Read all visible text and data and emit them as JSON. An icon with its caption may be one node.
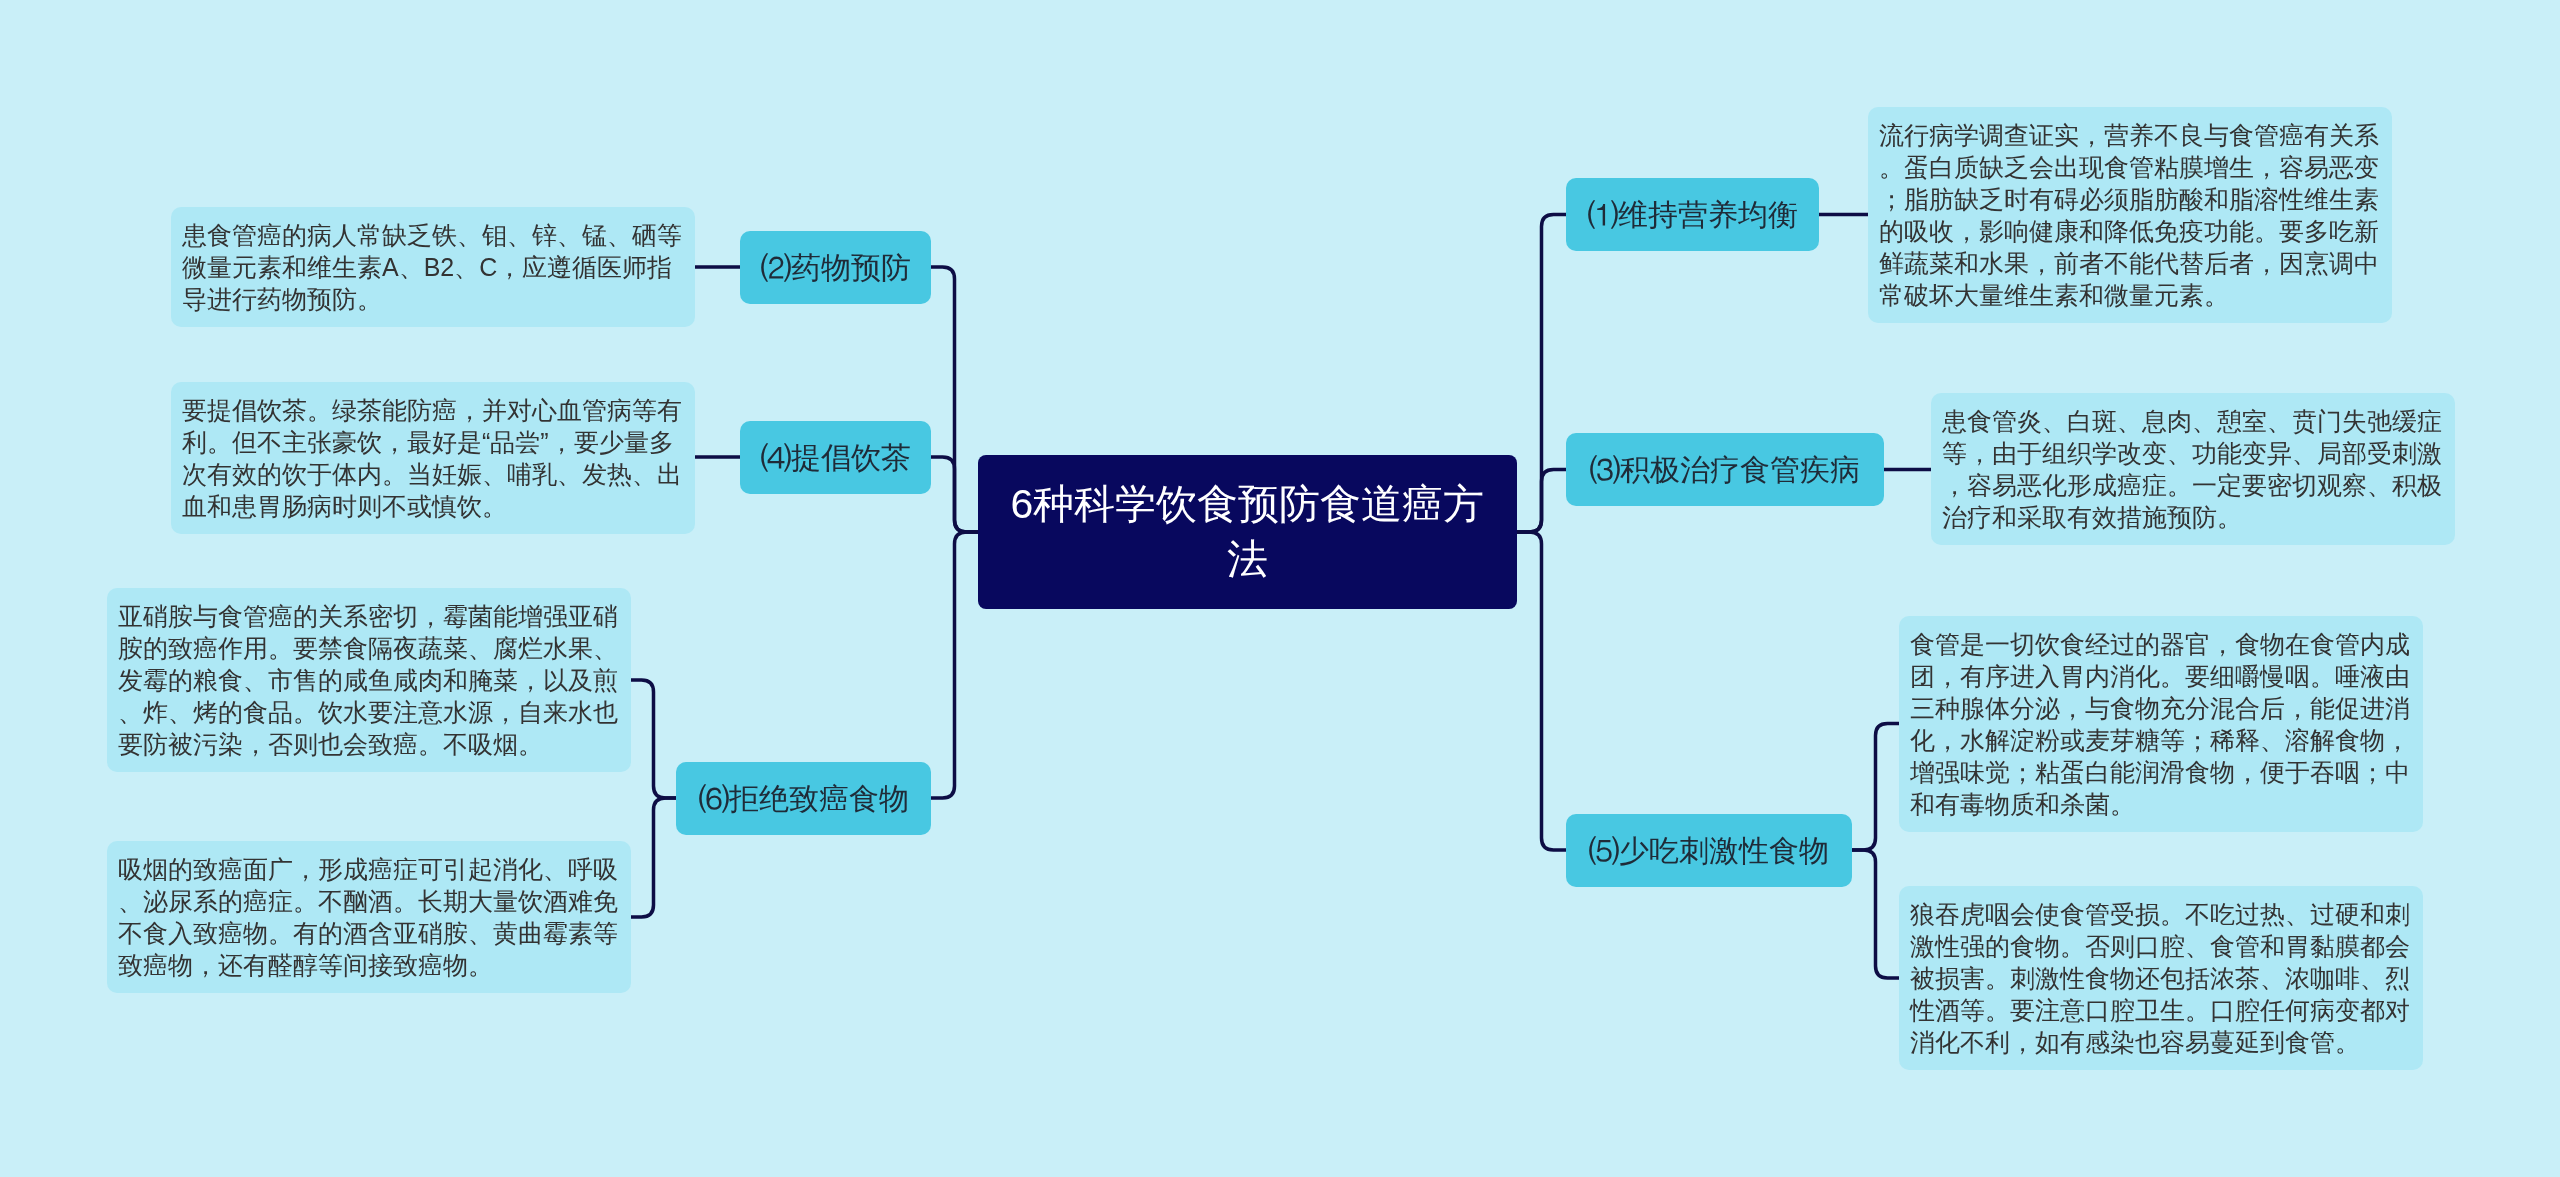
{
  "diagram": {
    "nodes": [
      {
        "text": [
          "6种科学饮食预防食道癌方法"
        ]
      },
      {
        "text": [
          "⑴维持营养均衡"
        ]
      },
      {
        "text": [
          "流行病学调查证实，营养不良与食管癌有关系。蛋白质缺乏会出现食管粘膜增生，容易恶变；脂肪缺乏时有碍必须脂肪酸和脂溶性维生素的吸收，影响健康和降低免疫功能。要多吃新鲜蔬菜和水果，前者不能代替后者，因烹调中常破坏大量维生素和微量元素。"
        ]
      },
      {
        "text": [
          "⑵药物预防"
        ]
      },
      {
        "text": [
          "患食管癌的病人常缺乏铁、钼、锌、锰、硒等微量元素和维生素A、B2、C，应遵循医师指导进行药物预防。"
        ]
      },
      {
        "text": [
          "⑶积极治疗食管疾病"
        ]
      },
      {
        "text": [
          "患食管炎、白斑、息肉、憩室、贲门失弛缓症等，由于组织学改变、功能变异、局部受刺激，容易恶化形成癌症。一定要密切观察、积极治疗和采取有效措施预防。"
        ]
      },
      {
        "text": [
          "⑷提倡饮茶"
        ]
      },
      {
        "text": [
          "要提倡饮茶。绿茶能防癌，并对心血管病等有利。但不主张豪饮，最好是“品尝”，要少量多次有效的饮于体内。当妊娠、哺乳、发热、出血和患胃肠病时则不或慎饮。"
        ]
      },
      {
        "text": [
          "⑸少吃刺激性食物"
        ]
      },
      {
        "text": [
          "食管是一切饮食经过的器官，食物在食管内成团，有序进入胃内消化。要细嚼慢咽。唾液由三种腺体分泌，与食物充分混合后，能促进消化，水解淀粉或麦芽糖等；稀释、溶解食物，增强味觉；粘蛋白能润滑食物，便于吞咽；中和有毒物质和杀菌。"
        ]
      },
      {
        "text": [
          "狼吞虎咽会使食管受损。不吃过热、过硬和刺激性强的食物。否则口腔、食管和胃黏膜都会被损害。刺激性食物还包括浓茶、浓咖啡、烈性酒等。要注意口腔卫生。口腔任何病变都对消化不利，如有感染也容易蔓延到食管。"
        ]
      },
      {
        "text": [
          "⑹拒绝致癌食物"
        ]
      },
      {
        "text": [
          "亚硝胺与食管癌的关系密切，霉菌能增强亚硝胺的致癌作用。要禁食隔夜蔬菜、腐烂水果、发霉的粮食、市售的咸鱼咸肉和腌菜，以及煎、炸、烤的食品。饮水要注意水源，自来水也要防被污染，否则也会致癌。不吸烟。"
        ]
      },
      {
        "text": [
          "吸烟的致癌面广，形成癌症可引起消化、呼吸、泌尿系的癌症。不酗酒。长期大量饮酒难免不食入致癌物。有的酒含亚硝胺、黄曲霉素等致癌物，还有醛醇等间接致癌物。"
        ]
      }
    ],
    "edges": [
      {
        "from": 0,
        "to": 1,
        "arrow": "none"
      },
      {
        "from": 1,
        "to": 2,
        "arrow": "none"
      },
      {
        "from": 0,
        "to": 3,
        "arrow": "none"
      },
      {
        "from": 3,
        "to": 4,
        "arrow": "none"
      },
      {
        "from": 0,
        "to": 5,
        "arrow": "none"
      },
      {
        "from": 5,
        "to": 6,
        "arrow": "none"
      },
      {
        "from": 0,
        "to": 7,
        "arrow": "none"
      },
      {
        "from": 7,
        "to": 8,
        "arrow": "none"
      },
      {
        "from": 0,
        "to": 9,
        "arrow": "none"
      },
      {
        "from": 9,
        "to": 10,
        "arrow": "none"
      },
      {
        "from": 9,
        "to": 11,
        "arrow": "none"
      },
      {
        "from": 0,
        "to": 12,
        "arrow": "none"
      },
      {
        "from": 12,
        "to": 13,
        "arrow": "none"
      },
      {
        "from": 12,
        "to": 14,
        "arrow": "none"
      }
    ]
  }
}
